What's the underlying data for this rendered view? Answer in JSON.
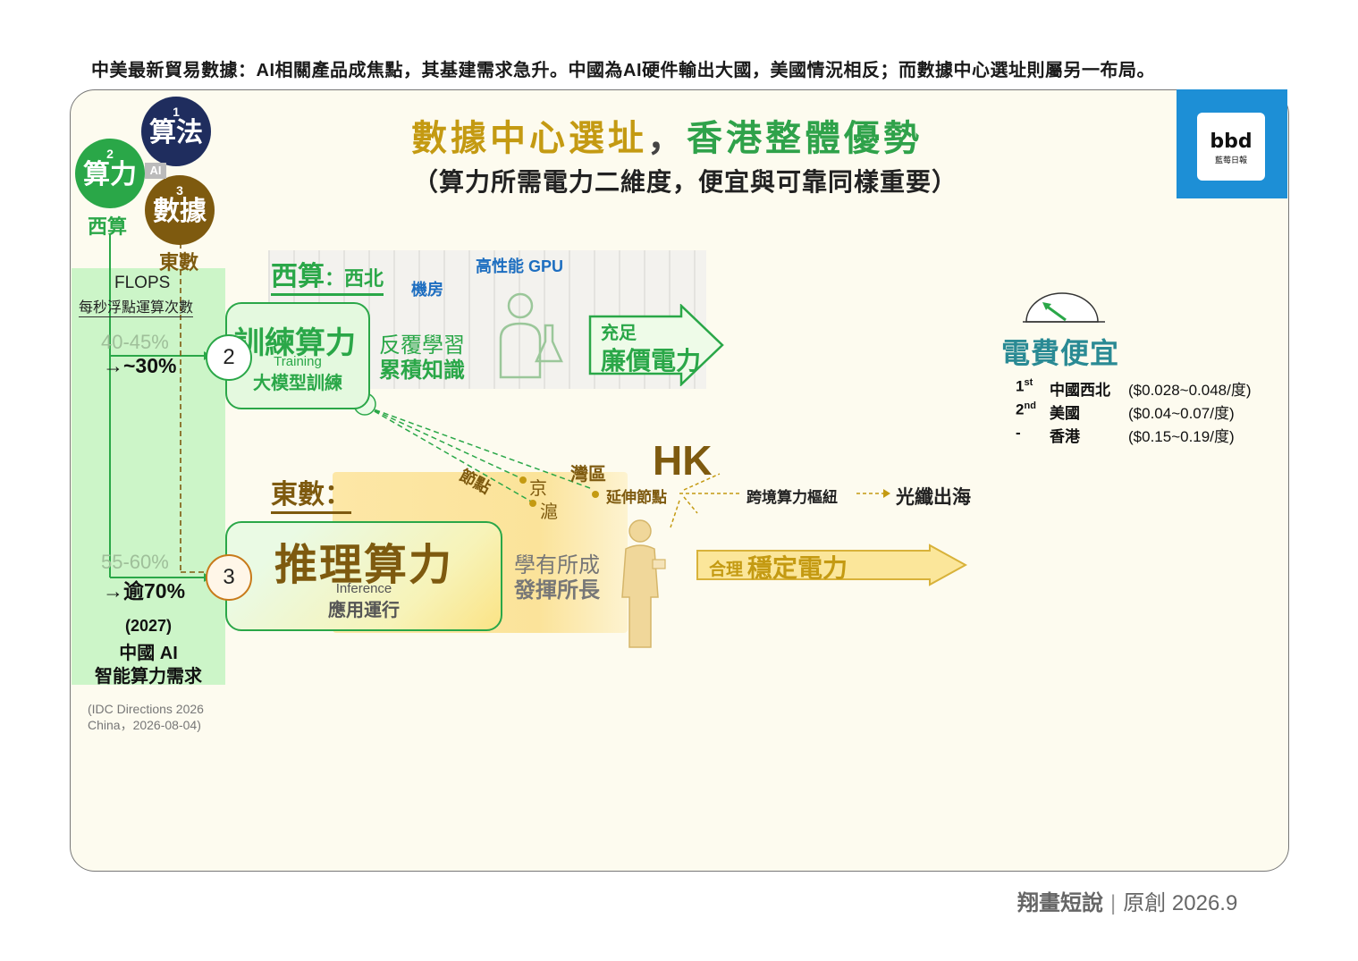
{
  "headline": "中美最新貿易數據：AI相關產品成焦點，其基建需求急升。中國為AI硬件輸出大國，美國情況相反；而數據中心選址則屬另一布局。",
  "title": {
    "part1": "數據中心選址",
    "sep": "，",
    "part2": "香港整體優勢"
  },
  "subtitle": "（算力所需電力二維度，便宜與可靠同樣重要）",
  "logo": {
    "mark": "bbd",
    "name": "藍莓日報"
  },
  "triad": {
    "algo": {
      "num": "1",
      "label": "算法"
    },
    "compute": {
      "num": "2",
      "label": "算力"
    },
    "data": {
      "num": "3",
      "label": "數據"
    },
    "ai_tag": "AI",
    "west": "西算",
    "east": "東數"
  },
  "flops": {
    "label": "FLOPS",
    "desc": "每秒浮點運算次數"
  },
  "demand": {
    "training_range": "40-45%",
    "training_arrow": "→~30%",
    "inference_range": "55-60%",
    "inference_arrow": "→逾70%",
    "year": "(2027)",
    "china_ai": "中國 AI",
    "ai_demand": "智能算力需求",
    "source": "(IDC Directions 2026 China，2026-08-04)"
  },
  "training": {
    "num": "2",
    "main": "訓練算力",
    "en": "Training",
    "cn": "大模型訓練"
  },
  "inference": {
    "num": "3",
    "main": "推理算力",
    "en": "Inference",
    "cn": "應用運行"
  },
  "west_section": {
    "head": "西算",
    "sub": "：西北",
    "gpu": "高性能 GPU",
    "room": "機房",
    "learn1": "反覆學習",
    "learn2": "累積知識",
    "arrow1": "充足",
    "arrow2": "廉價電力"
  },
  "east_section": {
    "head": "東數",
    "sub": "：",
    "learn1": "學有所成",
    "learn2": "發揮所長",
    "arrow1": "合理",
    "arrow2": "穩定電力"
  },
  "network": {
    "hk": "HK",
    "bay": "灣區",
    "node": "節點",
    "beijing": "京",
    "shanghai": "滬",
    "ext_node": "延伸節點",
    "hub": "跨境算力樞紐",
    "fiber": "光纖出海"
  },
  "electricity": {
    "title": "電費便宜",
    "rows": [
      {
        "rank": "1",
        "rank_sup": "st",
        "name": "中國西北",
        "price": "($0.028~0.048/度)"
      },
      {
        "rank": "2",
        "rank_sup": "nd",
        "name": "美國",
        "price": "($0.04~0.07/度)"
      },
      {
        "rank": "-",
        "rank_sup": "",
        "name": "香港",
        "price": "($0.15~0.19/度)"
      }
    ]
  },
  "footer": {
    "brand": "翔畫短說",
    "label": "原創 2026.9"
  },
  "colors": {
    "green": "#2aa748",
    "brown": "#7e5a0f",
    "gold": "#c49a12",
    "navy": "#1f2d5e",
    "blue": "#1d8fd6",
    "teal": "#2a8a94"
  }
}
